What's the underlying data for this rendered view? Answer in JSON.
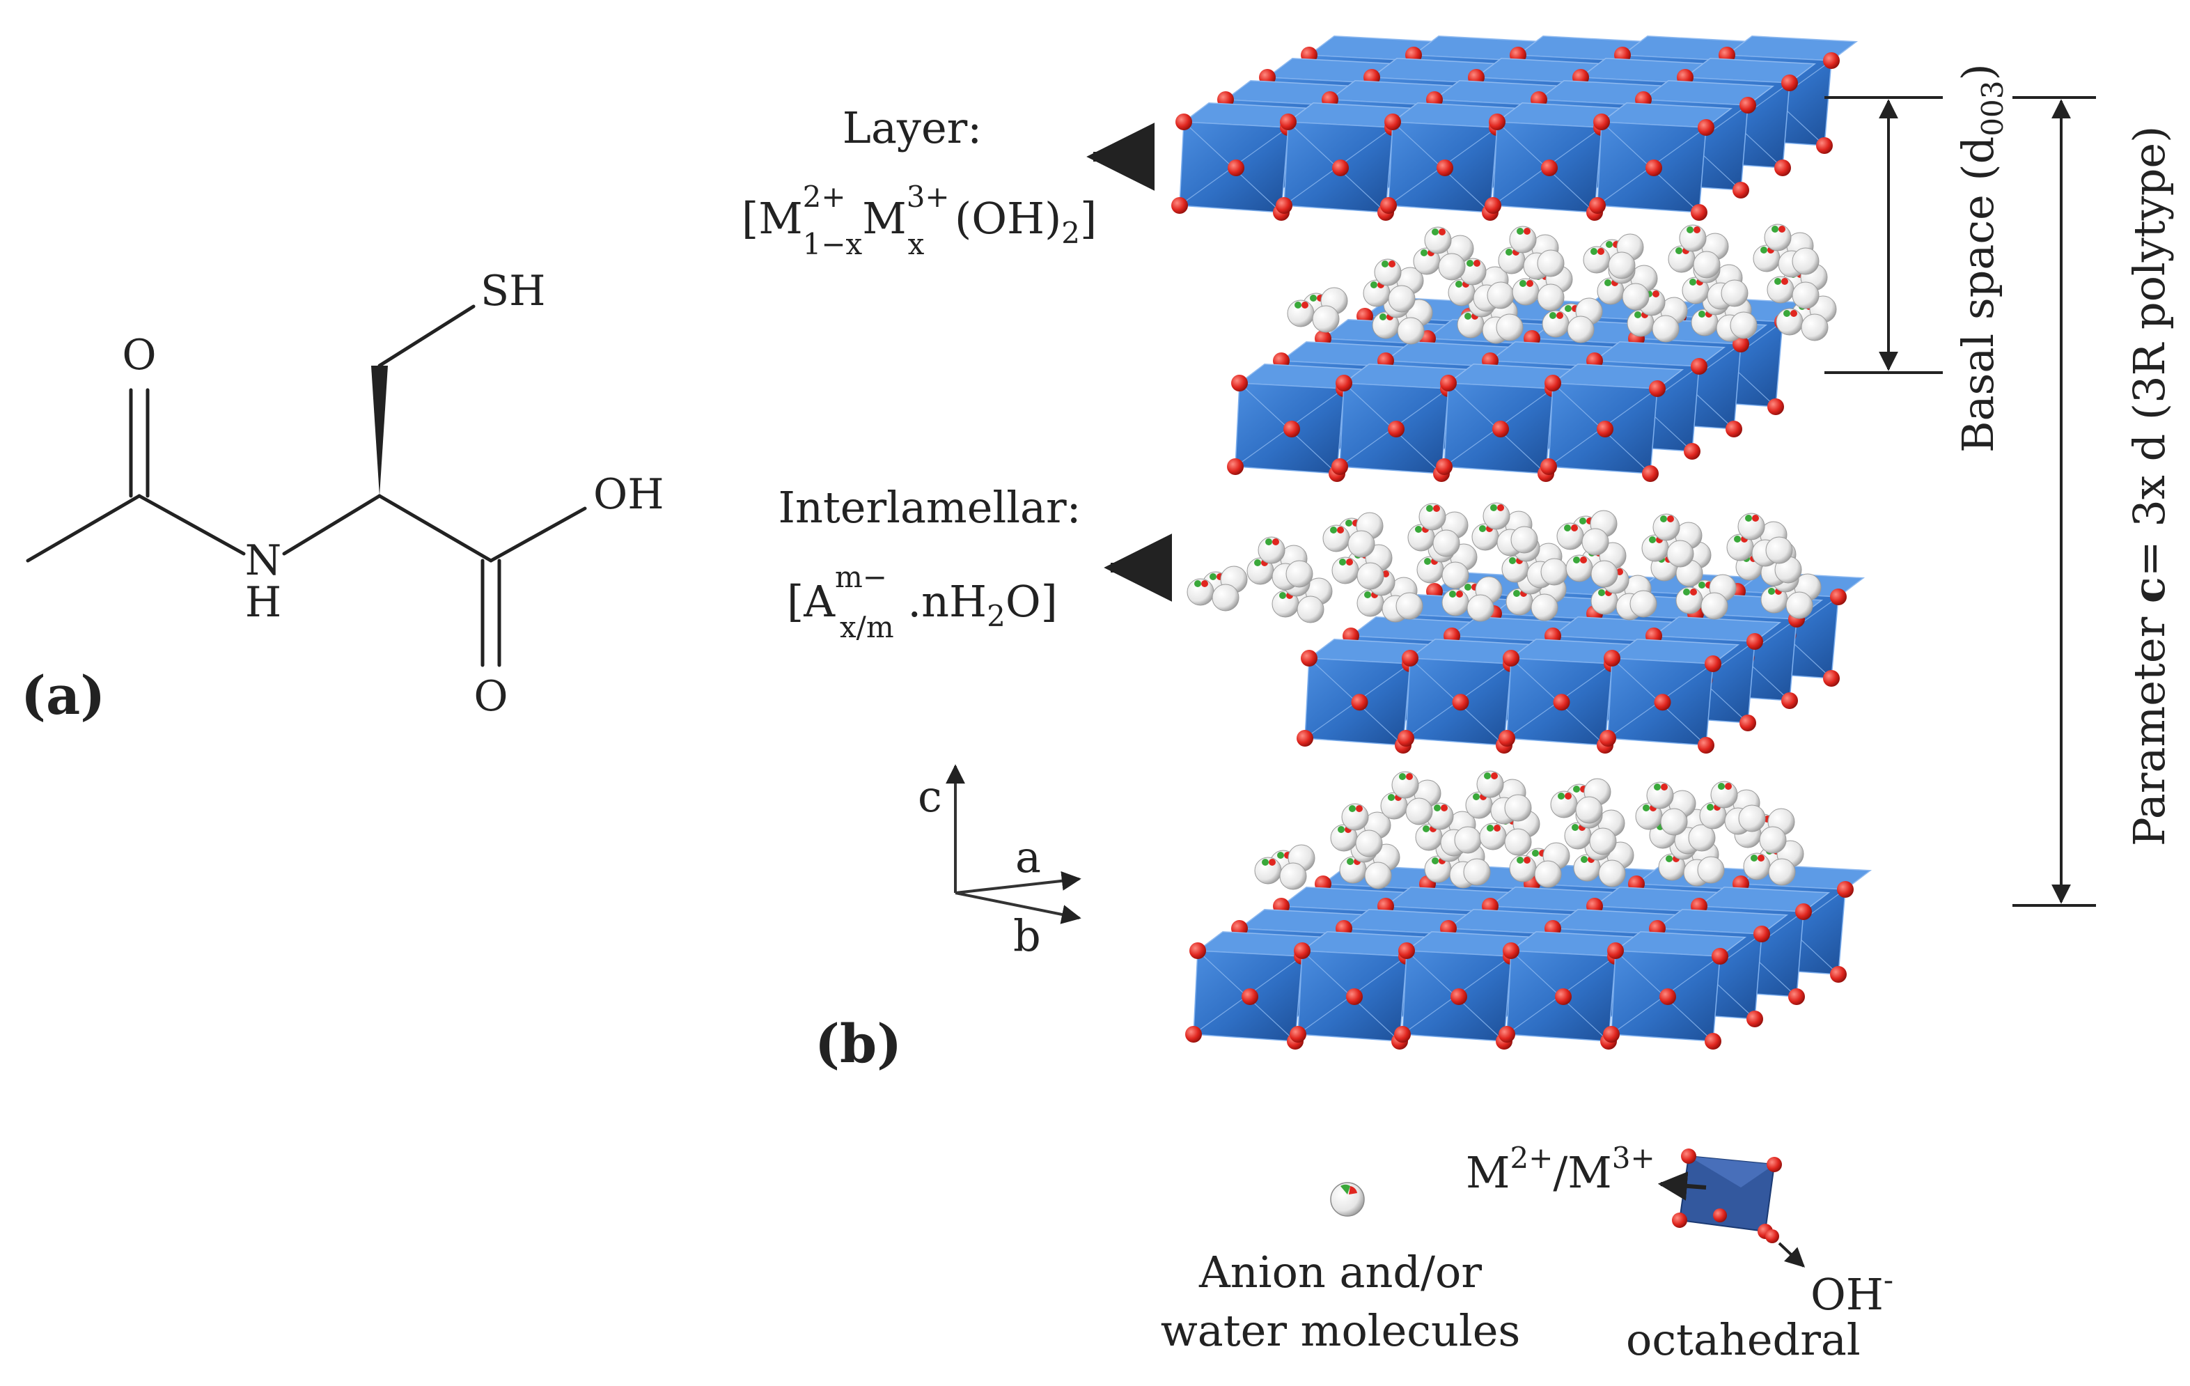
{
  "molecule": {
    "panel_label": "(a)",
    "atom_o_carbonyl": "O",
    "atom_n": "N",
    "atom_h": "H",
    "atom_sh": "SH",
    "atom_oh": "OH",
    "atom_o_acid": "O"
  },
  "structure": {
    "panel_label": "(b)",
    "layer": {
      "title": "Layer:",
      "open": "[M",
      "sup1": "2+",
      "sub1": "1−x",
      "m2": "M",
      "sup2": "3+",
      "sub2": "x",
      "close": " (OH)",
      "close_sub": "2",
      "close_end": "]"
    },
    "interlamellar": {
      "title": "Interlamellar:",
      "open": "[A",
      "sup": "m−",
      "sub": "x/m",
      "mid": " .nH",
      "mid_sub": "2",
      "end": "O]"
    },
    "axes": {
      "c": "c",
      "a": "a",
      "b": "b"
    },
    "basal_space": {
      "text": "Basal space (d",
      "sub": "003",
      "end": ")"
    },
    "parameter": {
      "prefix": "Parameter ",
      "bold": "c",
      "rest": "= 3x d (3R polytype)"
    },
    "legend": {
      "anion_line1": "Anion and/or",
      "anion_line2": "water molecules",
      "metal": "M",
      "metal_sup1": "2+",
      "metal_sep": "/M",
      "metal_sup2": "3+",
      "oh": "OH",
      "oh_sup": "-",
      "octahedral": "octahedral"
    }
  },
  "colors": {
    "octahedron_face": "#2f6fc4",
    "octahedron_dark": "#1f4f97",
    "oxygen_atom": "#e0261f",
    "water_atom": "#f2f2f2",
    "anion_accent": "#3aa83a"
  }
}
